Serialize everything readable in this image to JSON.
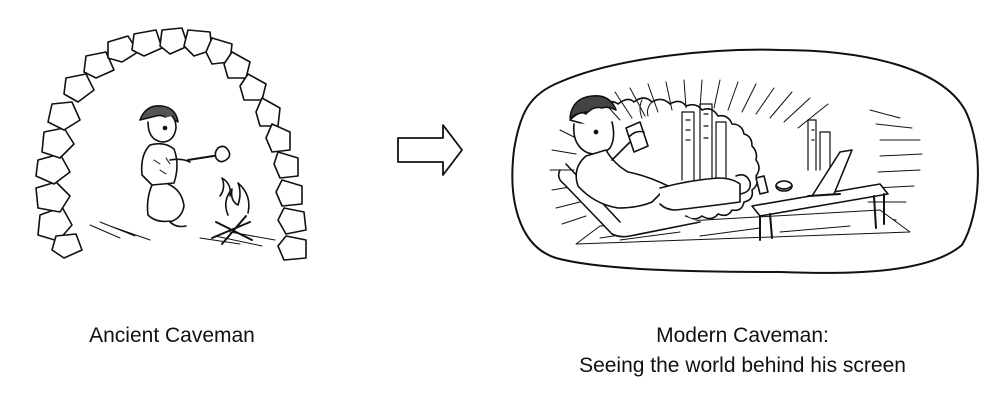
{
  "panels": {
    "left": {
      "caption": "Ancient Caveman",
      "illustration": "caveman-in-cave-with-campfire"
    },
    "arrow": {
      "icon": "right-arrow-icon"
    },
    "right": {
      "caption_line1": "Modern Caveman:",
      "caption_line2": "Seeing the world behind his screen",
      "illustration": "man-reclining-with-phone-in-bubble-room"
    }
  },
  "colors": {
    "ink": "#111111",
    "paper": "#ffffff"
  }
}
